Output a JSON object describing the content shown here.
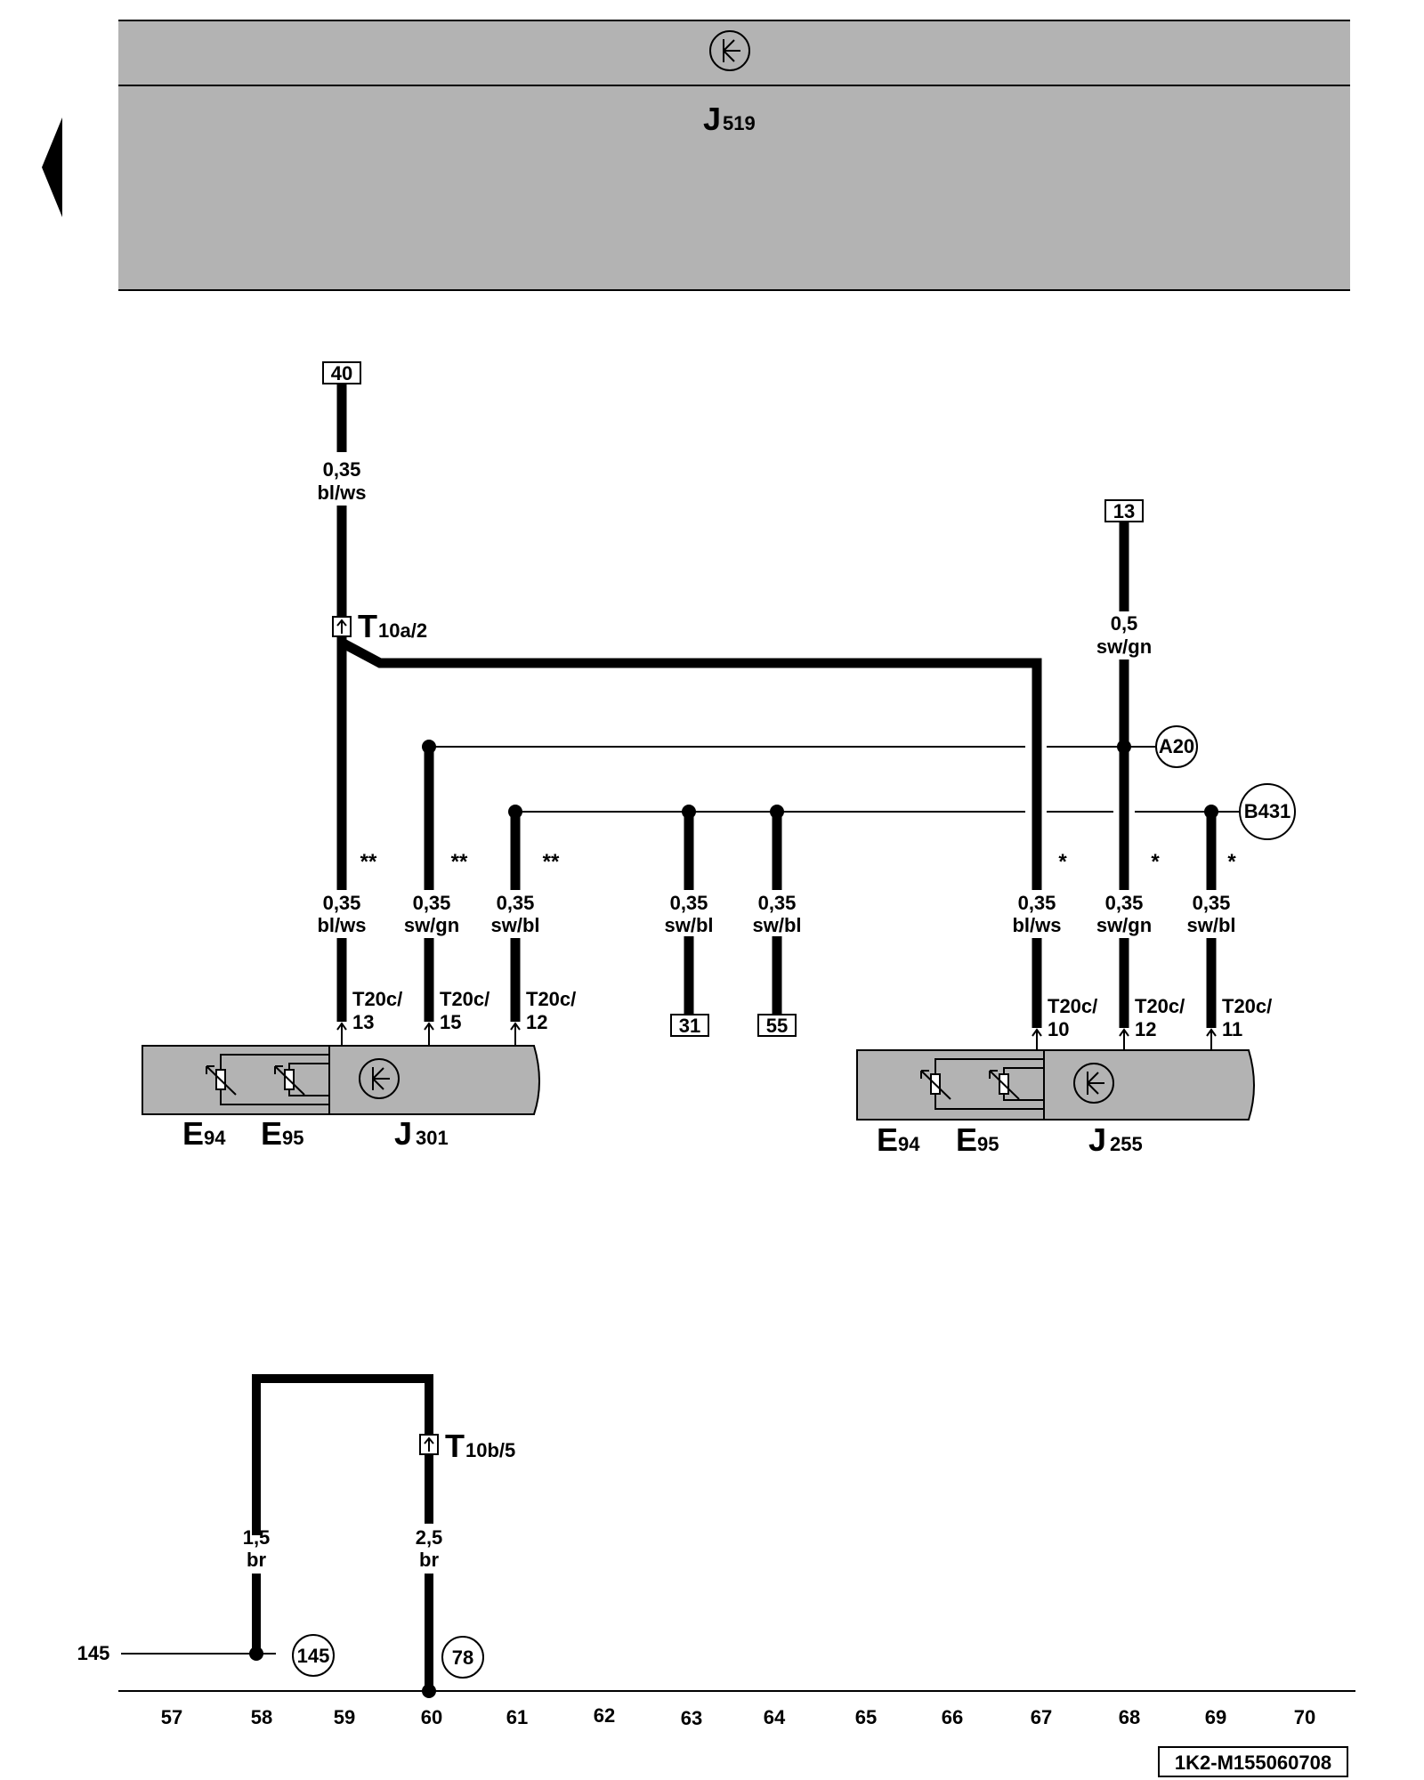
{
  "header": {
    "module_label": "J",
    "module_sub": "519"
  },
  "wires": {
    "w1": {
      "size": "0,35",
      "color": "bl/ws"
    },
    "w2": {
      "size": "0,5",
      "color": "sw/gn"
    },
    "w3": {
      "size": "0,35",
      "color": "bl/ws"
    },
    "w4": {
      "size": "0,35",
      "color": "sw/gn"
    },
    "w5": {
      "size": "0,35",
      "color": "sw/bl"
    },
    "w6": {
      "size": "0,35",
      "color": "sw/bl"
    },
    "w7": {
      "size": "0,35",
      "color": "sw/bl"
    },
    "w8": {
      "size": "0,35",
      "color": "bl/ws"
    },
    "w9": {
      "size": "0,35",
      "color": "sw/gn"
    },
    "w10": {
      "size": "0,35",
      "color": "sw/bl"
    },
    "w11": {
      "size": "1,5",
      "color": "br"
    },
    "w12": {
      "size": "2,5",
      "color": "br"
    }
  },
  "terminals": {
    "t40": "40",
    "t13": "13",
    "t31": "31",
    "t55": "55"
  },
  "connectors": {
    "t10a": {
      "main": "T",
      "sub": "10a/2"
    },
    "t10b": {
      "main": "T",
      "sub": "10b/5"
    }
  },
  "junctions": {
    "a20": "A20",
    "b431": "B431",
    "c145": "145",
    "c78": "78"
  },
  "markers": {
    "double": "**",
    "single": "*"
  },
  "pins": {
    "p13": {
      "a": "T20c/",
      "b": "13"
    },
    "p15": {
      "a": "T20c/",
      "b": "15"
    },
    "p12l": {
      "a": "T20c/",
      "b": "12"
    },
    "p10": {
      "a": "T20c/",
      "b": "10"
    },
    "p12r": {
      "a": "T20c/",
      "b": "12"
    },
    "p11": {
      "a": "T20c/",
      "b": "11"
    }
  },
  "components": {
    "left": {
      "e94": "E",
      "e94_sub": "94",
      "e95": "E",
      "e95_sub": "95",
      "j": "J",
      "j_sub": "301"
    },
    "right": {
      "e94": "E",
      "e94_sub": "94",
      "e95": "E",
      "e95_sub": "95",
      "j": "J",
      "j_sub": "255"
    }
  },
  "ref_145": "145",
  "grid_numbers": [
    "57",
    "58",
    "59",
    "60",
    "61",
    "62",
    "63",
    "64",
    "65",
    "66",
    "67",
    "68",
    "69",
    "70"
  ],
  "doc_code": "1K2-M155060708"
}
